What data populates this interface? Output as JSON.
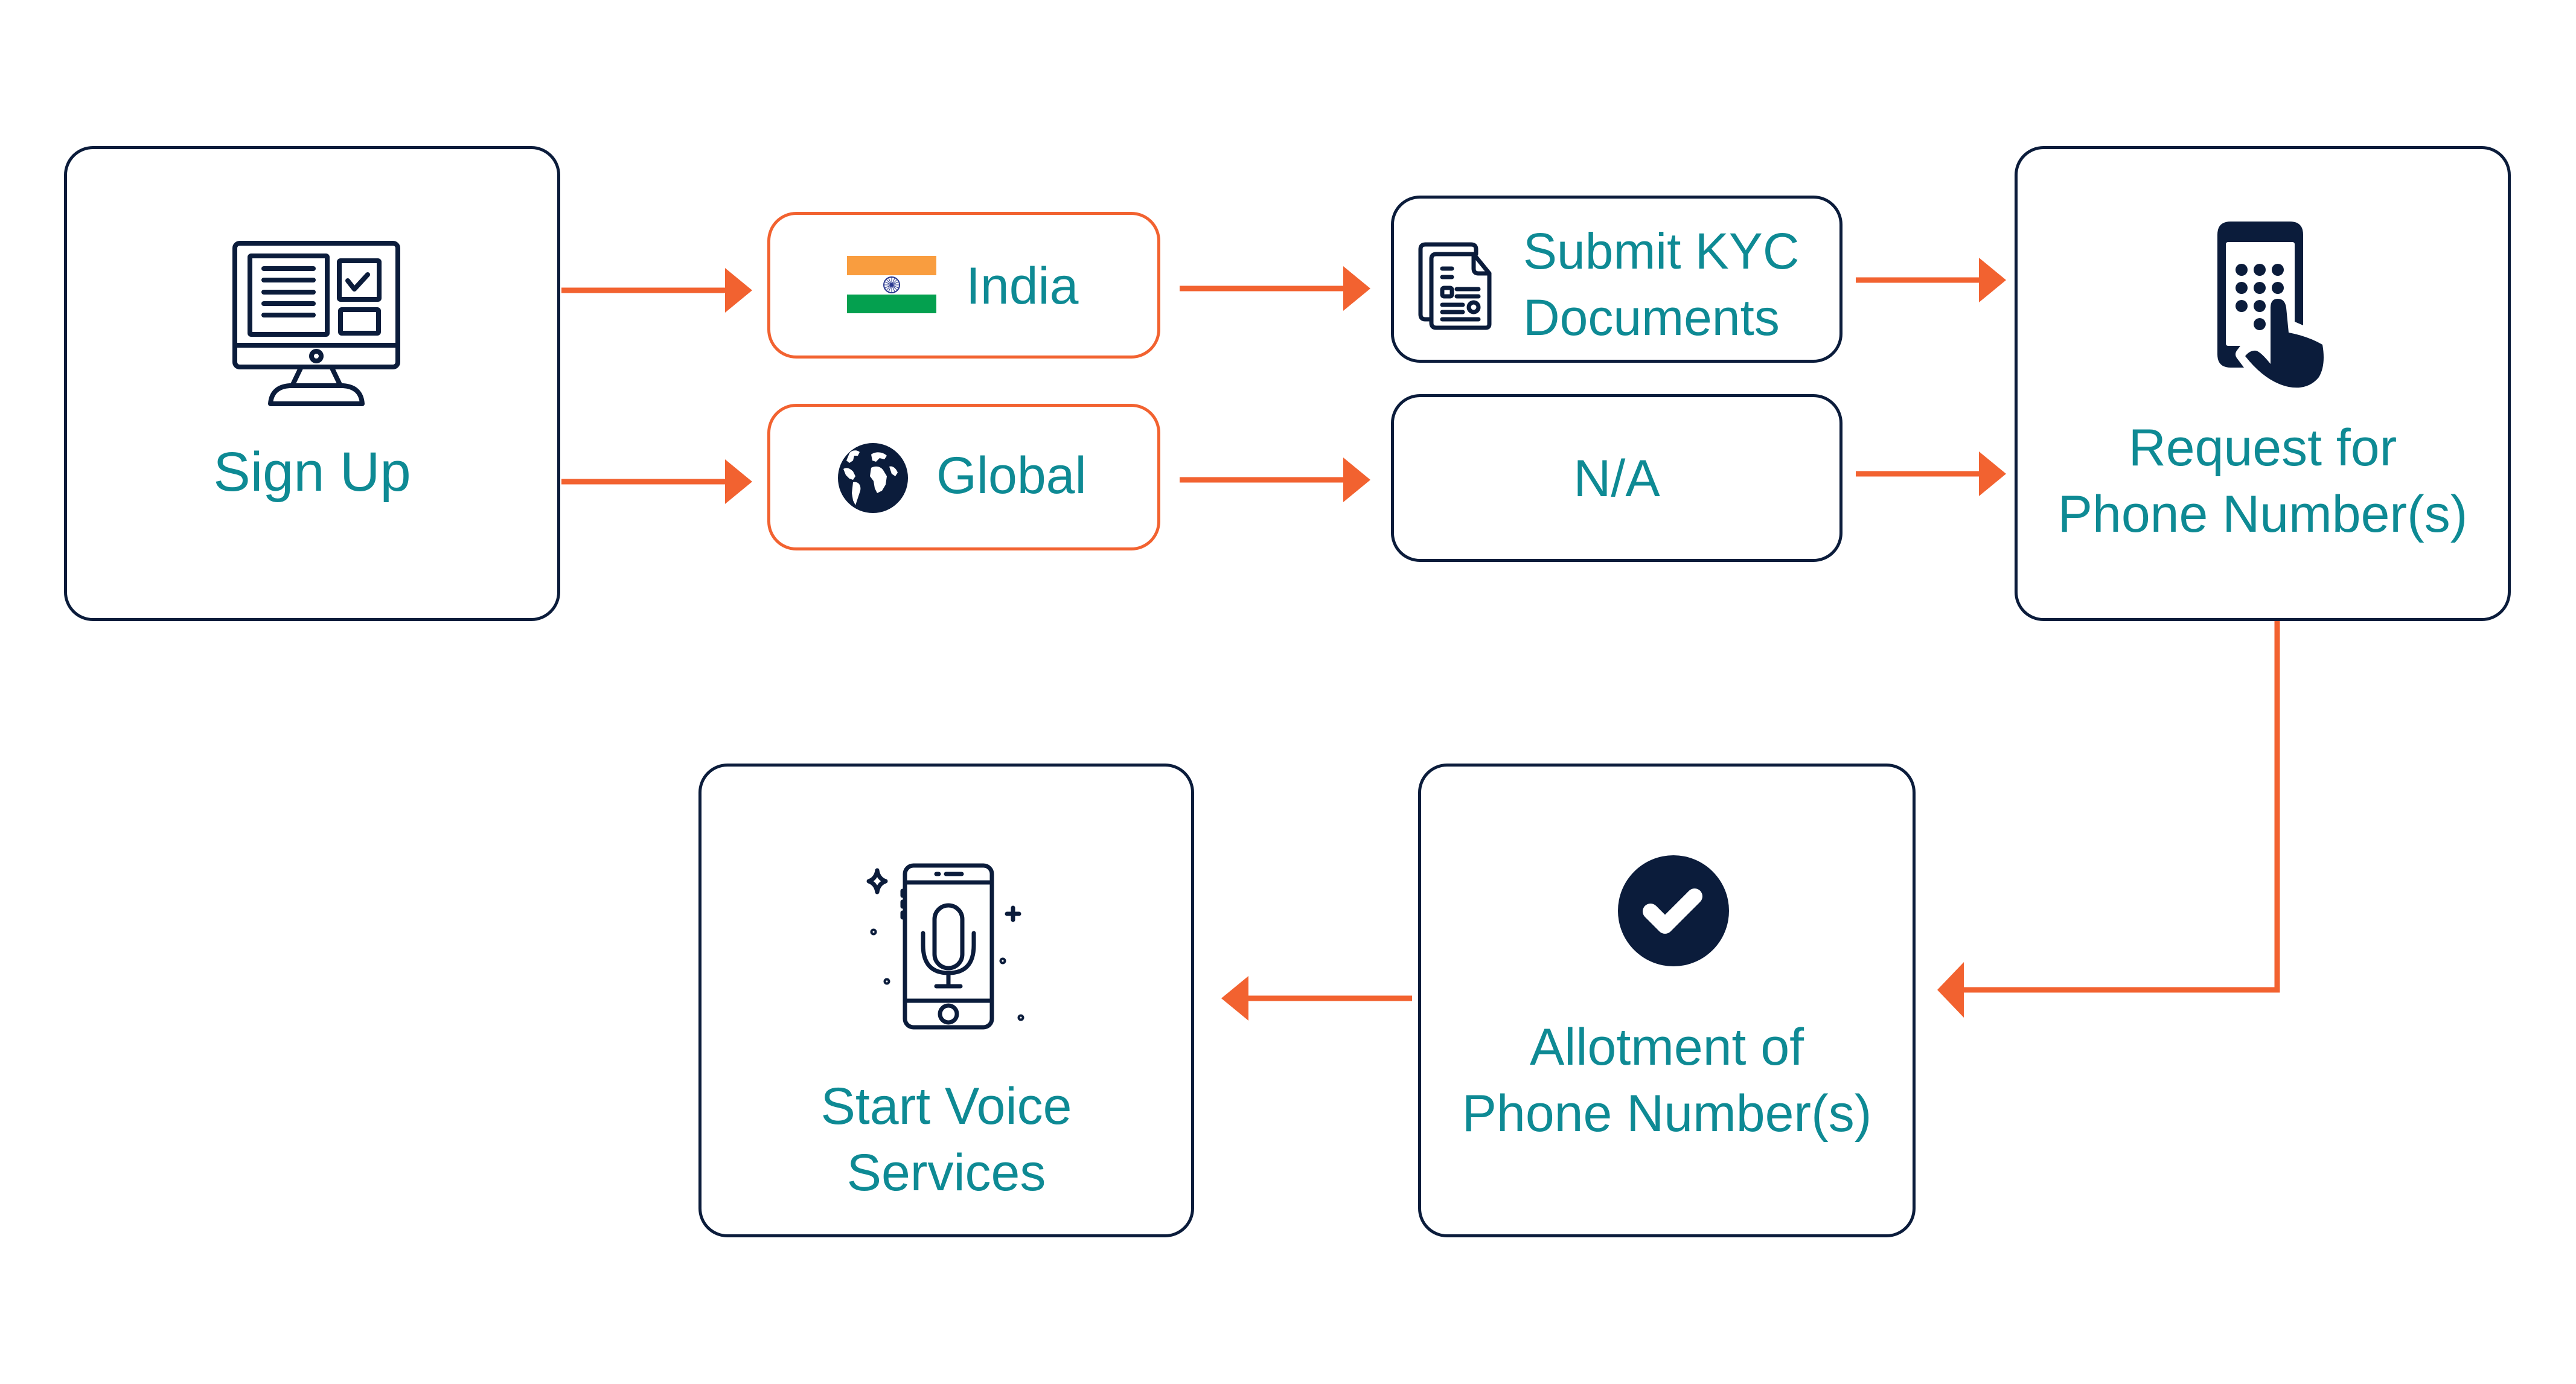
{
  "diagram": {
    "title": "Phone number onboarding flow",
    "colors": {
      "accent_orange": "#F26230",
      "text_teal": "#0E8A94",
      "outline_navy": "#0B1C3B",
      "flag_saffron": "#F99D3F",
      "flag_green": "#04A04F",
      "flag_chakra": "#2B3990"
    },
    "nodes": {
      "sign_up": {
        "label": "Sign Up",
        "icon": "monitor-form-icon"
      },
      "india": {
        "label": "India",
        "icon": "india-flag-icon"
      },
      "global": {
        "label": "Global",
        "icon": "globe-icon"
      },
      "kyc": {
        "line1": "Submit KYC",
        "line2": "Documents",
        "icon": "documents-icon"
      },
      "na": {
        "label": "N/A"
      },
      "request": {
        "line1": "Request for",
        "line2": "Phone Number(s)",
        "icon": "phone-keypad-tap-icon"
      },
      "allotment": {
        "line1": "Allotment of",
        "line2": "Phone Number(s)",
        "icon": "check-circle-icon"
      },
      "start_voice": {
        "line1": "Start Voice",
        "line2": "Services",
        "icon": "phone-microphone-icon"
      }
    },
    "edges": [
      {
        "from": "Sign Up",
        "to": "India"
      },
      {
        "from": "Sign Up",
        "to": "Global"
      },
      {
        "from": "India",
        "to": "Submit KYC Documents"
      },
      {
        "from": "Global",
        "to": "N/A"
      },
      {
        "from": "Submit KYC Documents",
        "to": "Request for Phone Number(s)"
      },
      {
        "from": "N/A",
        "to": "Request for Phone Number(s)"
      },
      {
        "from": "Request for Phone Number(s)",
        "to": "Allotment of Phone Number(s)"
      },
      {
        "from": "Allotment of Phone Number(s)",
        "to": "Start Voice Services"
      }
    ]
  }
}
